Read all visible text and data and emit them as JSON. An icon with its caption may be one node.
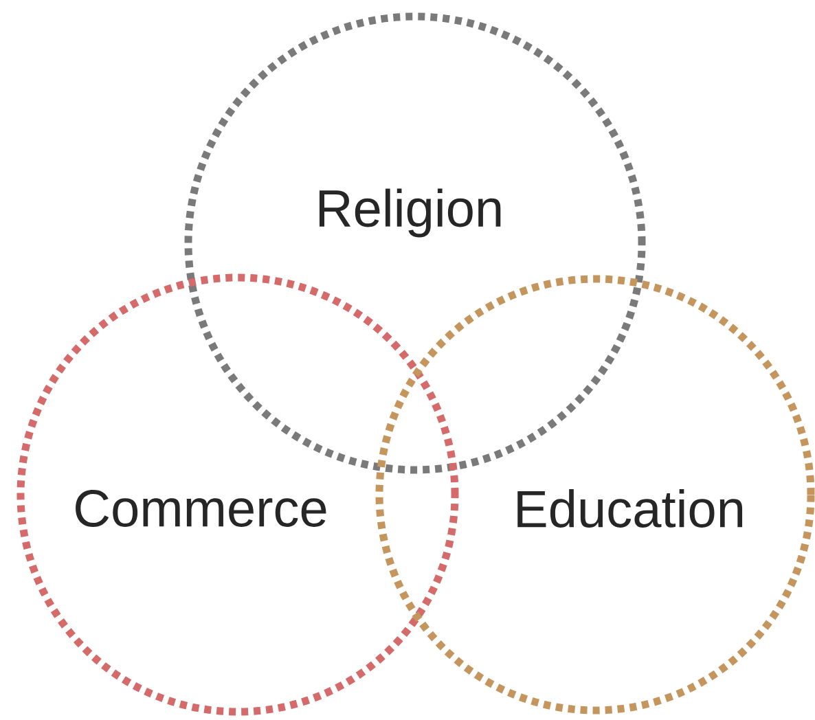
{
  "diagram": {
    "nodes": [
      {
        "text": [
          "Religion"
        ]
      },
      {
        "text": [
          "Commerce"
        ]
      },
      {
        "text": [
          "Education"
        ]
      }
    ]
  }
}
